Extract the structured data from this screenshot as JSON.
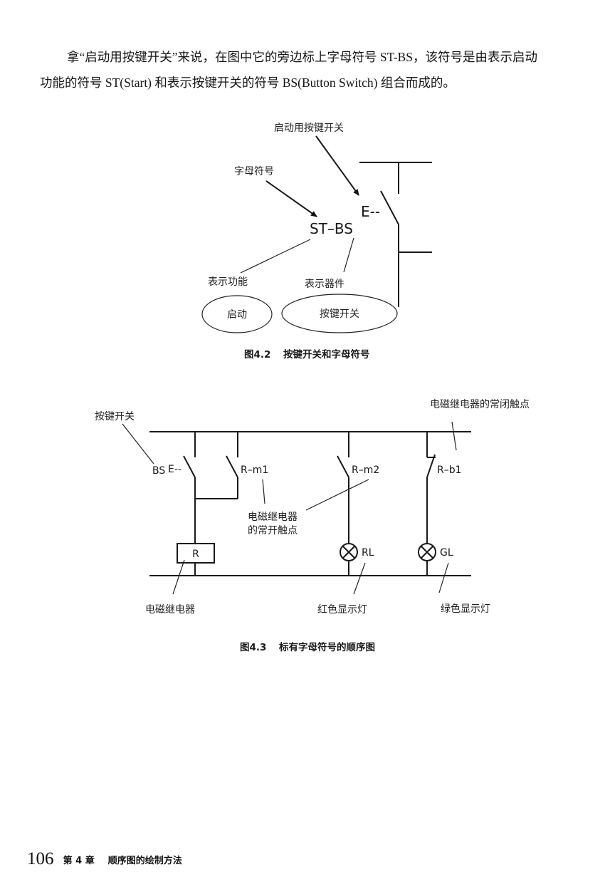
{
  "paragraph": {
    "line1": "拿“启动用按键开关”来说，在图中它的旁边标上字母符号 ST-BS，该符号是由表示启动",
    "line2": "功能的符号 ST(Start) 和表示按键开关的符号 BS(Button Switch) 组合而成的。"
  },
  "figure_4_2": {
    "label_switch": "启动用按键开关",
    "label_letter_symbol": "字母符号",
    "symbol_text": "ST–BS",
    "switch_marker": "E--",
    "label_function": "表示功能",
    "label_device": "表示器件",
    "ellipse_function": "启动",
    "ellipse_device": "按键开关",
    "caption_number": "图4.2",
    "caption_title": "按键开关和字母符号"
  },
  "figure_4_3": {
    "label_button_switch": "按键开关",
    "bs_symbol": "BS",
    "switch_marker": "E--",
    "contact_rm1": "R–m1",
    "contact_rm2": "R–m2",
    "contact_rb1": "R–b1",
    "label_nc_contact": "电磁继电器的常闭触点",
    "label_no_contact_line1": "电磁继电器",
    "label_no_contact_line2": "的常开触点",
    "relay_symbol": "R",
    "lamp_red_symbol": "RL",
    "lamp_green_symbol": "GL",
    "label_relay": "电磁继电器",
    "label_red_lamp": "红色显示灯",
    "label_green_lamp": "绿色显示灯",
    "caption_number": "图4.3",
    "caption_title": "标有字母符号的顺序图"
  },
  "footer": {
    "page_number": "106",
    "chapter": "第 4 章",
    "chapter_title": "顺序图的绘制方法"
  }
}
